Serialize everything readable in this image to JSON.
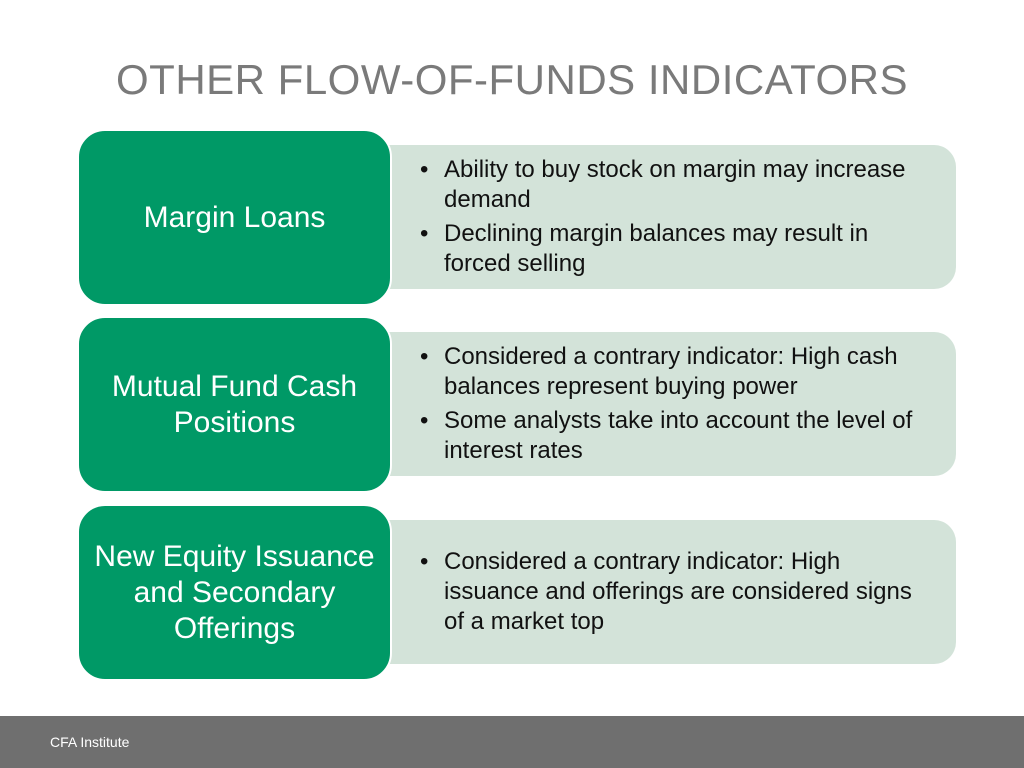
{
  "title": "OTHER FLOW-OF-FUNDS INDICATORS",
  "colors": {
    "label_background": "#009966",
    "detail_background": "#d3e3d9",
    "title_color": "#7a7a7a",
    "footer_background": "#6f6f6f"
  },
  "rows": [
    {
      "label": "Margin Loans",
      "bullets": [
        "Ability to buy stock on margin may increase demand",
        "Declining margin balances may result in forced selling"
      ]
    },
    {
      "label": "Mutual Fund Cash Positions",
      "bullets": [
        "Considered a contrary indicator: High cash balances represent buying power",
        "Some analysts take into account the level of interest rates"
      ]
    },
    {
      "label": "New Equity Issuance and Secondary Offerings",
      "bullets": [
        "Considered a contrary indicator: High issuance and offerings are considered signs of a market top"
      ]
    }
  ],
  "footer": {
    "text": "CFA Institute"
  }
}
